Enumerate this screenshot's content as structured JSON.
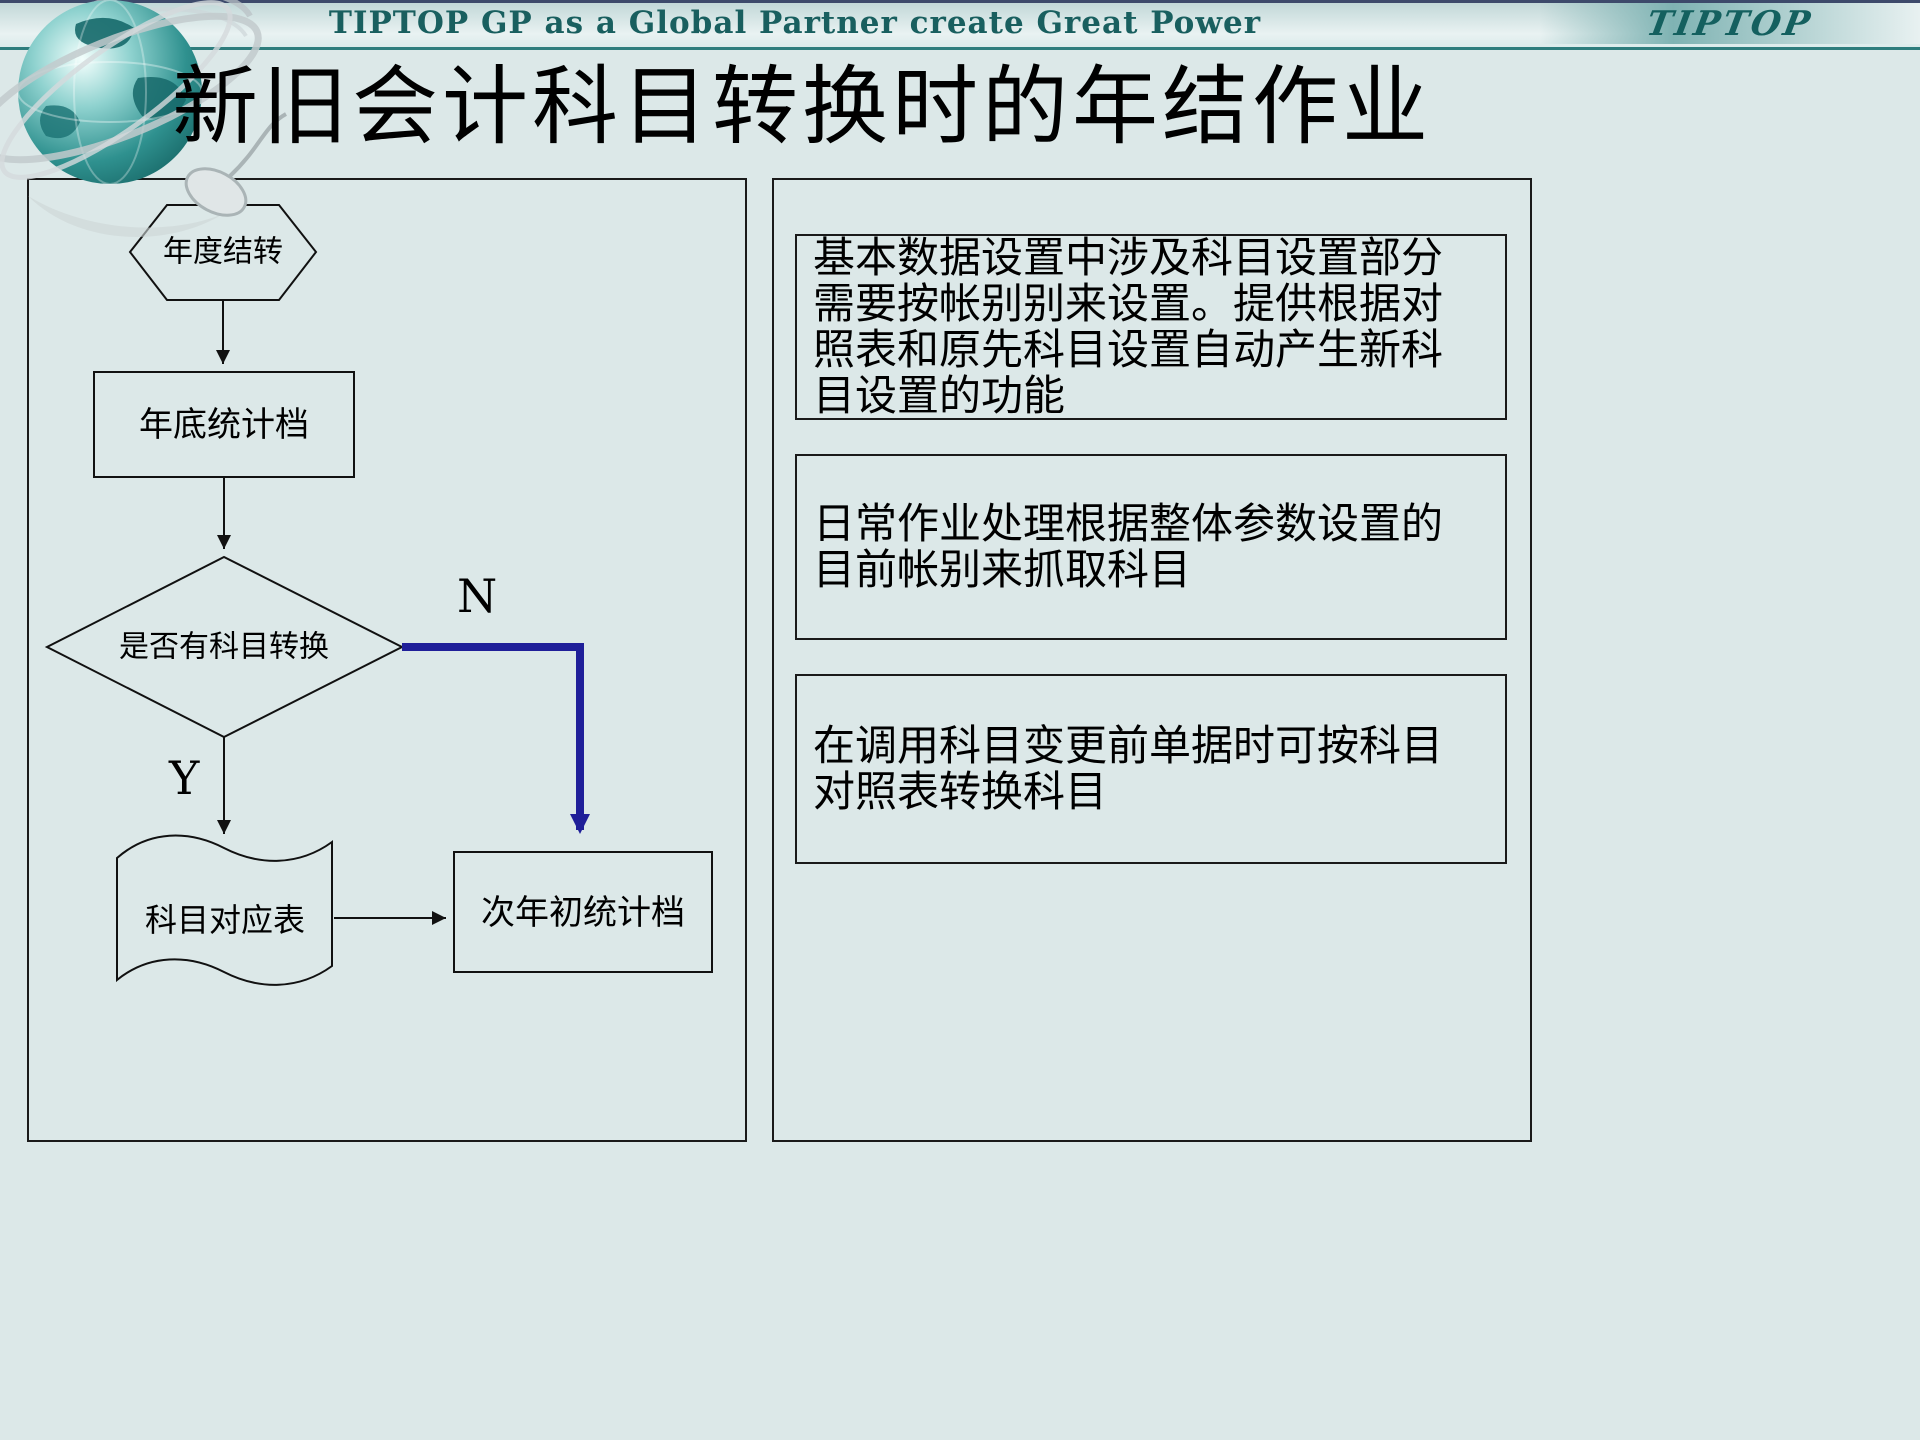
{
  "banner": {
    "slogan": "TIPTOP GP as a Global Partner create Great Power",
    "logo_text": "TIPTOP"
  },
  "title": "新旧会计科目转换时的年结作业",
  "flowchart": {
    "start": "年度结转",
    "year_end_file": "年底统计档",
    "decision": "是否有科目转换",
    "no_label": "N",
    "yes_label": "Y",
    "mapping_table": "科目对应表",
    "next_year_file": "次年初统计档"
  },
  "notes": [
    {
      "text": "基本数据设置中涉及科目设置部分需要按帐别别来设置。提供根据对照表和原先科目设置自动产生新科目设置的功能"
    },
    {
      "text": "日常作业处理根据整体参数设置的目前帐别来抓取科目"
    },
    {
      "text": "在调用科目变更前单据时可按科目对照表转换科目"
    }
  ],
  "colors": {
    "background": "#dce8e8",
    "accent_blue": "#1f1f99",
    "banner_teal": "#195f5f",
    "line_black": "#111111"
  }
}
